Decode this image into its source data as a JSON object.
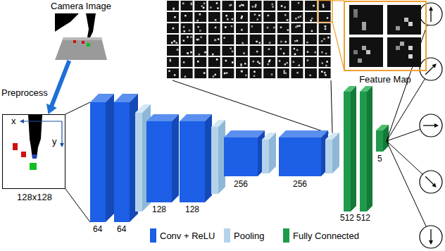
{
  "diagram": {
    "nodes": [
      {
        "text": [
          "Camera Image"
        ]
      },
      {
        "text": [
          "x",
          "y",
          "128x128"
        ]
      },
      {
        "text": [
          "Feature Map"
        ]
      }
    ],
    "edges": [
      {
        "from": 0,
        "to": 1,
        "arrow": "to",
        "label": "Preprocess"
      }
    ],
    "labels": [
      "64",
      "64",
      "128",
      "128",
      "256",
      "256",
      "512",
      "512",
      "5"
    ],
    "legend": [
      {
        "text": "Conv + ReLU",
        "color": "#1d5fe6"
      },
      {
        "text": "Pooling",
        "color": "#b4d3ea"
      },
      {
        "text": "Fully Connected",
        "color": "#1f9a4c"
      }
    ]
  }
}
